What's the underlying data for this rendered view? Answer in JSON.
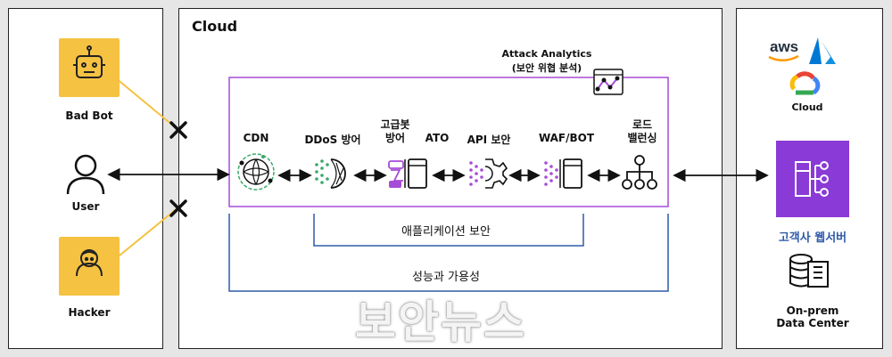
{
  "left_panel": {
    "bad_bot": "Bad Bot",
    "user": "User",
    "hacker": "Hacker"
  },
  "cloud": {
    "title": "Cloud",
    "attack_analytics": "Attack Analytics",
    "attack_analytics_sub": "(보안 위협 분석)",
    "components": [
      {
        "label": "CDN"
      },
      {
        "label": "DDoS 방어"
      },
      {
        "label": "고급봇\n방어"
      },
      {
        "label": "ATO"
      },
      {
        "label": "API 보안"
      },
      {
        "label": "WAF/BOT"
      },
      {
        "label": "로드\n밸런싱"
      }
    ],
    "app_security": "애플리케이션 보안",
    "performance": "성능과 가용성"
  },
  "right_panel": {
    "aws": "aws",
    "cloud_label": "Cloud",
    "web_server": "고객사 웹서버",
    "onprem": "On-prem\nData Center"
  },
  "watermark": "보안뉴스",
  "colors": {
    "purple": "#a64cd8",
    "blue": "#2f5aa8",
    "yellow": "#f5c242",
    "server_purple": "#8a3ad6"
  }
}
